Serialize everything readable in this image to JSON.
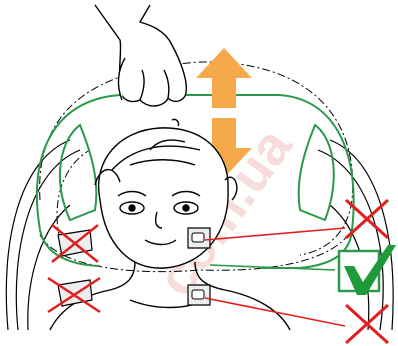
{
  "diagram": {
    "watermark": "com.ua",
    "indicators": {
      "wrong_top": "cross",
      "correct": "check",
      "wrong_bottom": "cross"
    },
    "colors": {
      "line": "#000000",
      "headrest_outline": "#2a9a4a",
      "arrow": "#f5a94a",
      "cross": "#e02020",
      "check_green": "#1f9a3a",
      "watermark": "#f2c8c8"
    }
  }
}
